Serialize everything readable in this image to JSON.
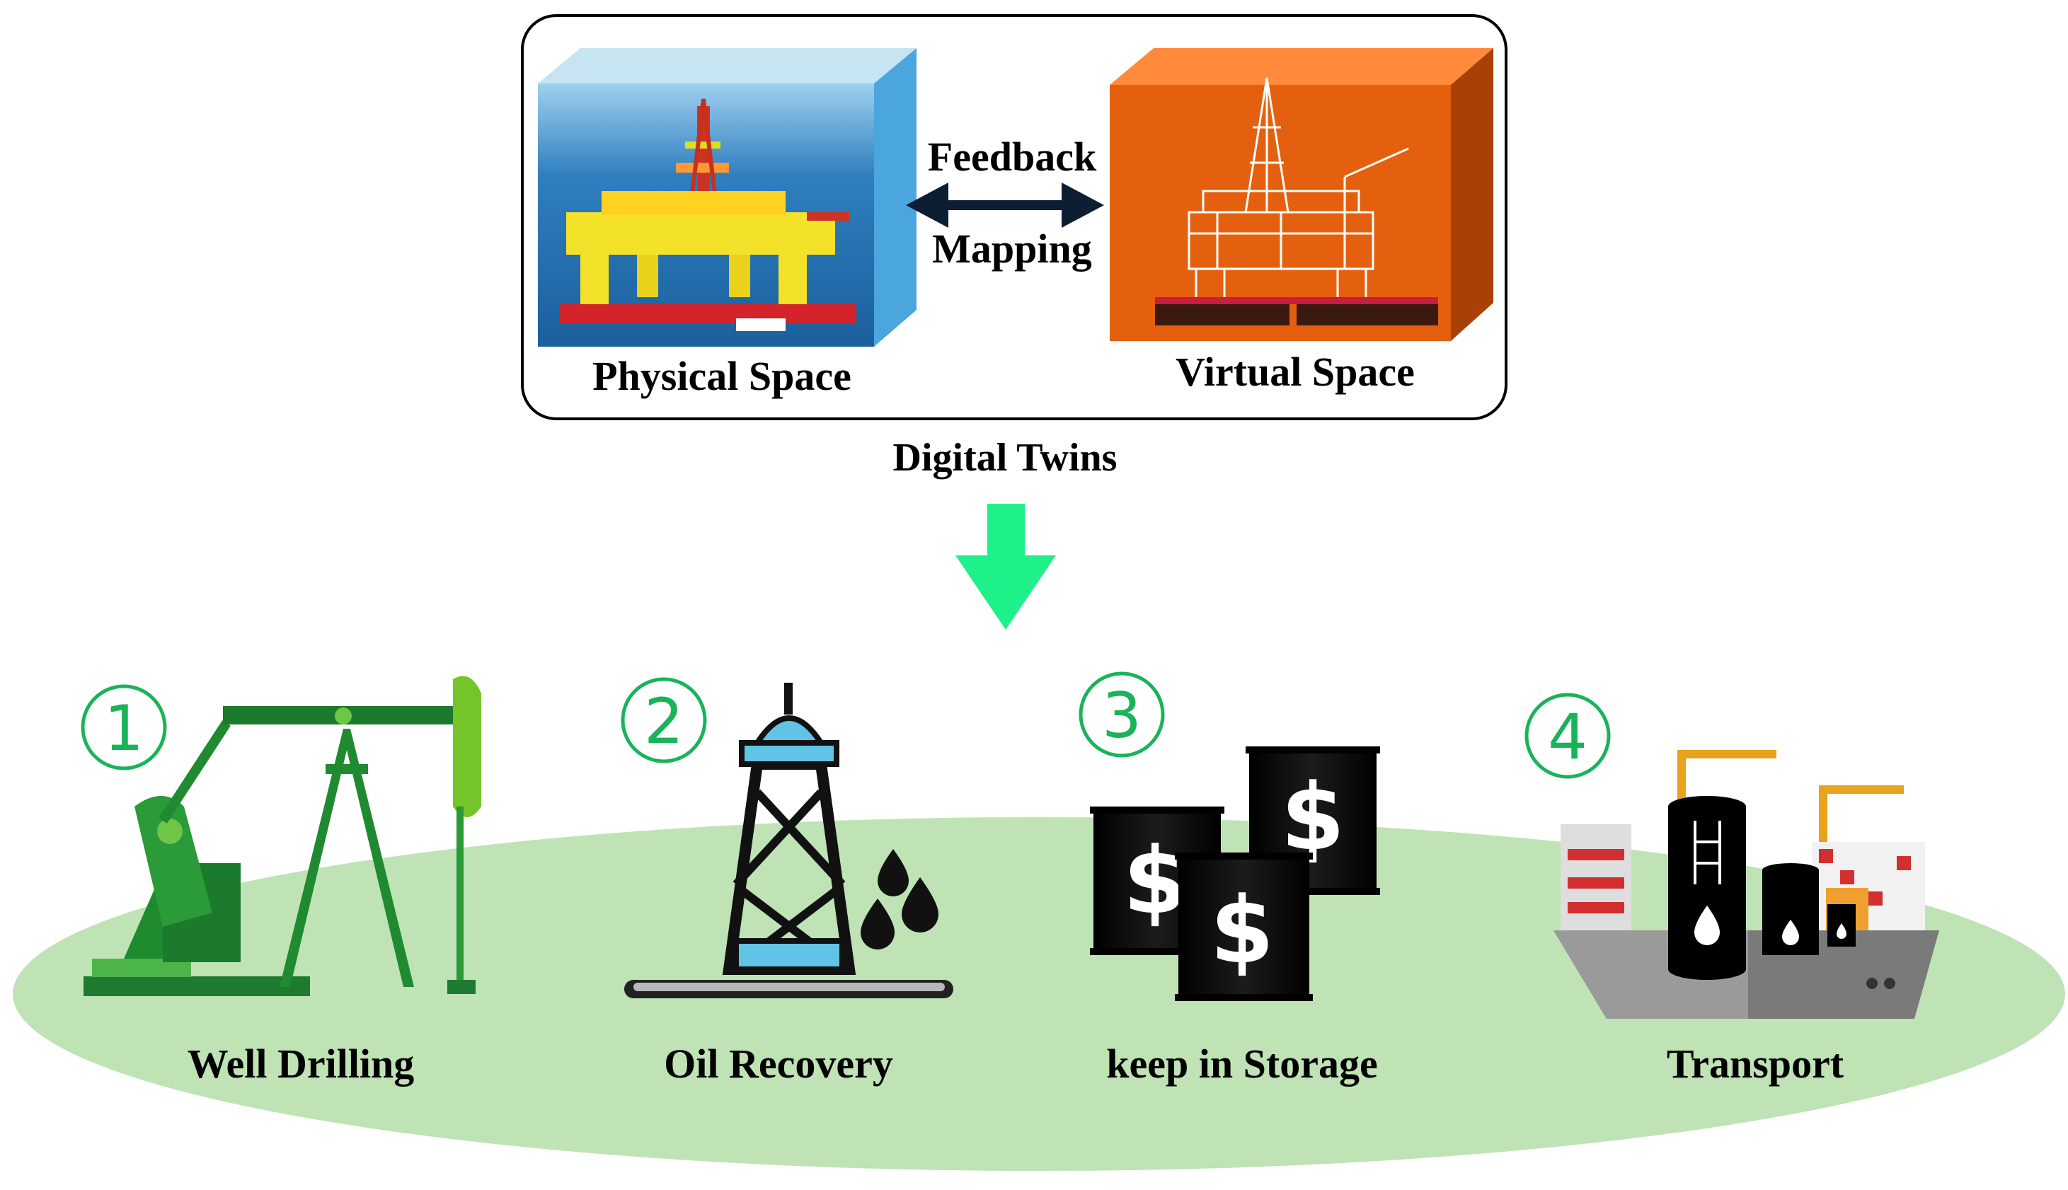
{
  "digital_twins": {
    "physical_label": "Physical Space",
    "virtual_label": "Virtual Space",
    "feedback_label": "Feedback",
    "mapping_label": "Mapping",
    "title": "Digital Twins"
  },
  "stages": [
    {
      "number": "1",
      "label": "Well Drilling",
      "icon": "pumpjack-icon"
    },
    {
      "number": "2",
      "label": "Oil Recovery",
      "icon": "oil-derrick-icon"
    },
    {
      "number": "3",
      "label": "keep in Storage",
      "icon": "oil-barrels-icon"
    },
    {
      "number": "4",
      "label": "Transport",
      "icon": "tanker-ship-icon"
    }
  ],
  "colors": {
    "step_number": "#19b35a",
    "arrow": "#1ef08a",
    "ground": "#bfe3b5",
    "virtual_box": "#e4600e",
    "physical_side": "#4aa6dc"
  }
}
